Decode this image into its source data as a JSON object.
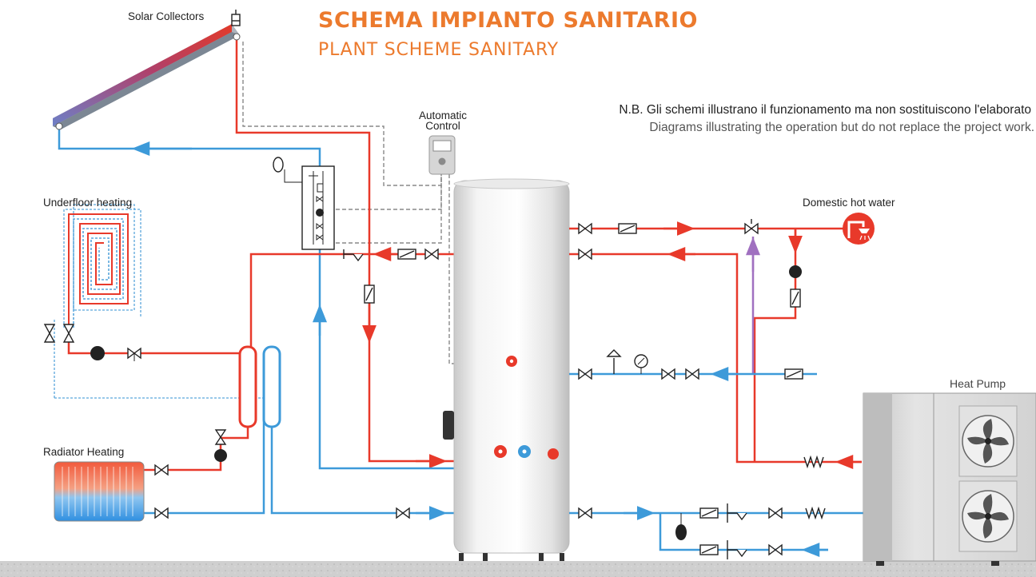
{
  "header": {
    "title": "SCHEMA IMPIANTO SANITARIO",
    "subtitle": "PLANT SCHEME SANITARY"
  },
  "notes": {
    "italian": "N.B. Gli schemi illustrano il funzionamento ma non sostituiscono l'elaborato",
    "english": "Diagrams illustrating the operation but do not replace the project work."
  },
  "labels": {
    "solar_collectors": "Solar Collectors",
    "automatic_control_line1": "Automatic",
    "automatic_control_line2": "Control",
    "underfloor_heating": "Underfloor heating",
    "radiator_heating": "Radiator Heating",
    "domestic_hot_water": "Domestic hot water",
    "heat_pump": "Heat Pump"
  },
  "colors": {
    "accent": "#ec7a2d",
    "hot_pipe": "#e8392a",
    "cold_pipe": "#3d9ad9",
    "recirculation_pipe": "#a070c0",
    "control_line": "#888888",
    "ground": "#c8c8c8"
  },
  "icons": {
    "solar_panel": "solar-panel-icon",
    "controller": "controller-icon",
    "tank": "storage-tank-icon",
    "heat_pump": "heat-pump-icon",
    "faucet": "shower-faucet-icon",
    "valve": "valve-icon",
    "pump": "pump-icon",
    "gauge": "pressure-gauge-icon"
  }
}
